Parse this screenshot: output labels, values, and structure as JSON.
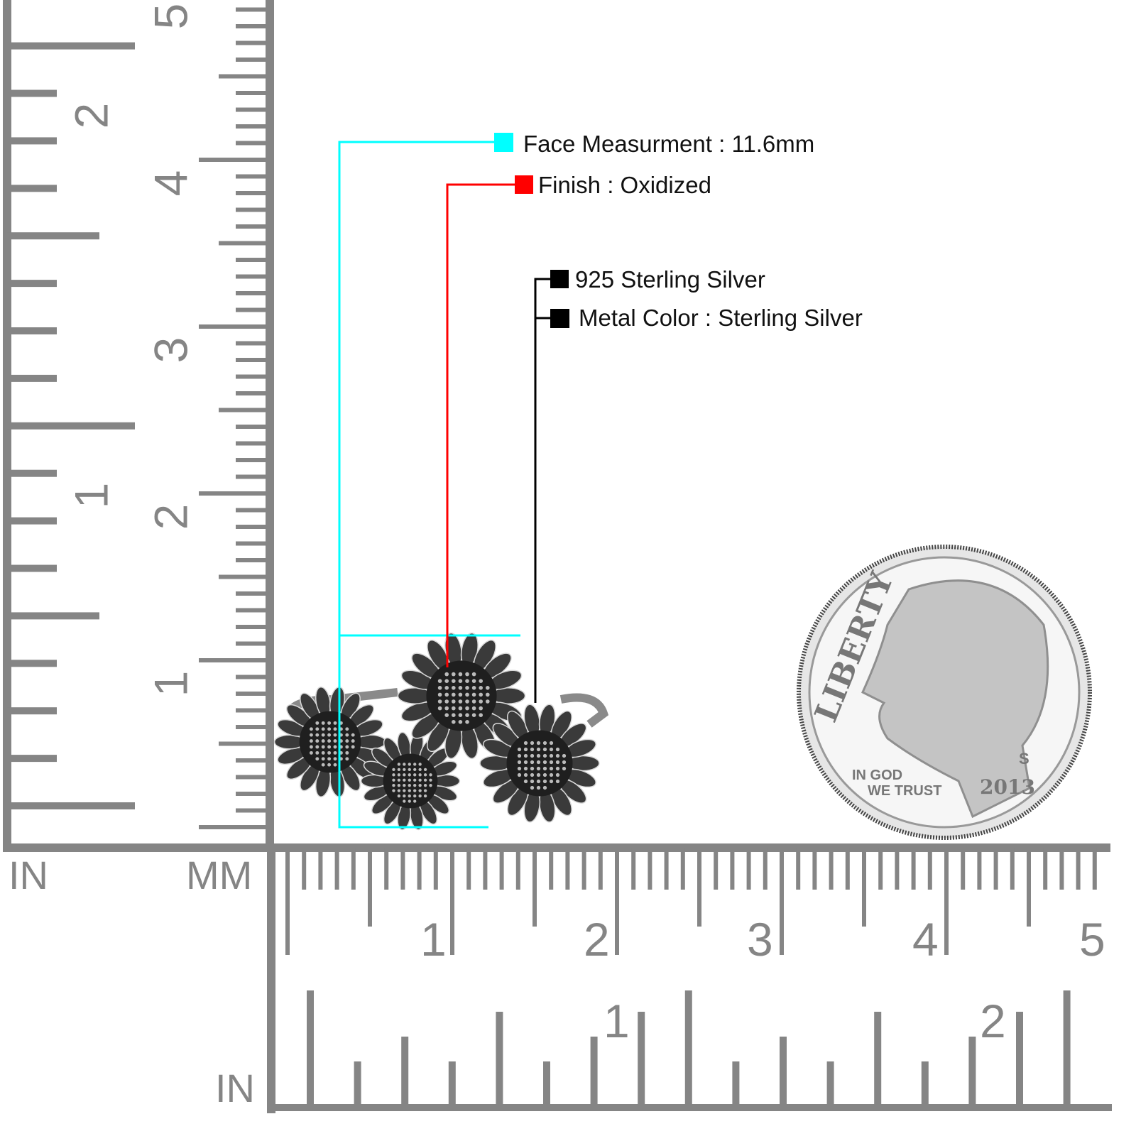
{
  "annotations": {
    "face": {
      "text": "Face Measurment : 11.6mm",
      "color": "#00ffff"
    },
    "finish": {
      "text": "Finish : Oxidized",
      "color": "#ff0000"
    },
    "metal": {
      "text": "925 Sterling Silver",
      "color": "#000000"
    },
    "metal_color": {
      "text": "Metal Color : Sterling Silver",
      "color": "#000000"
    }
  },
  "ruler": {
    "color": "#858585",
    "unit_in_left": "IN",
    "unit_mm": "MM",
    "unit_in_bottom": "IN",
    "vertical_in_labels": [
      "2",
      "1"
    ],
    "vertical_mm_labels": [
      "5",
      "4",
      "3",
      "2",
      "1"
    ],
    "horizontal_mm_labels": [
      "1",
      "2",
      "3",
      "4",
      "5"
    ],
    "horizontal_in_labels": [
      "1",
      "2"
    ]
  },
  "coin": {
    "lettering": [
      "LIBERTY",
      "IN GOD",
      "WE TRUST",
      "2013",
      "S"
    ]
  }
}
